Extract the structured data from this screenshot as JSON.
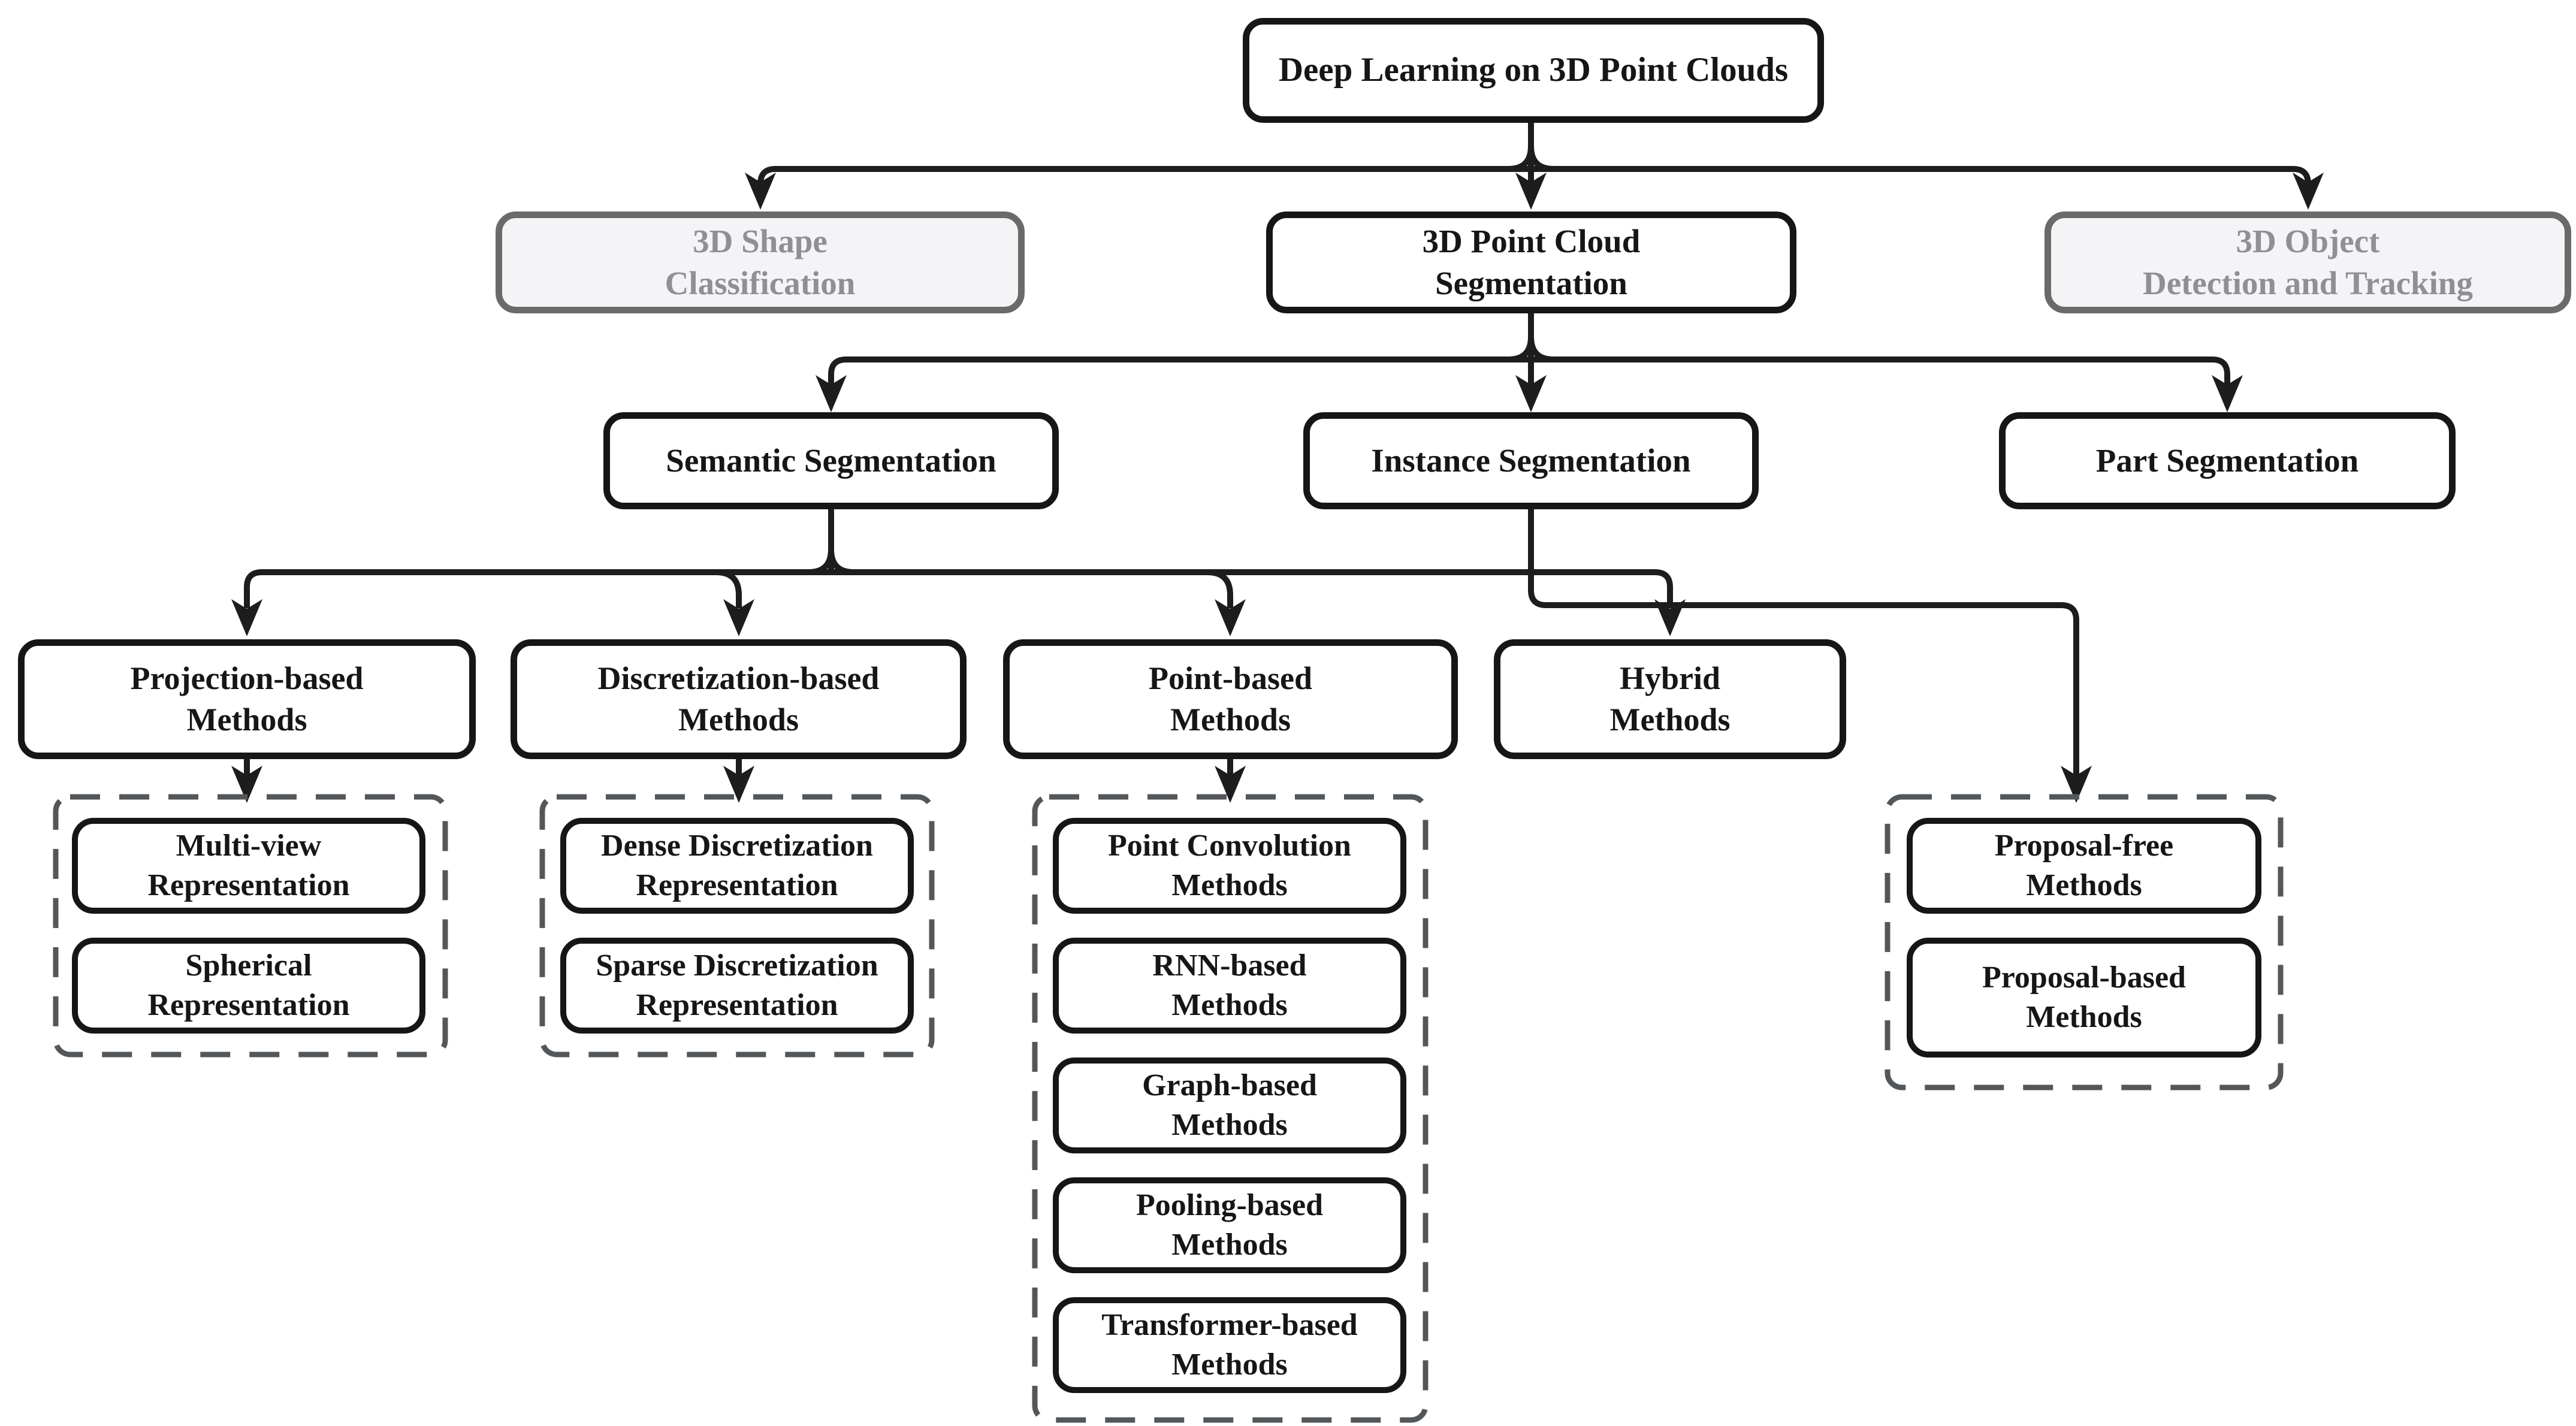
{
  "colors": {
    "ink": "#161616",
    "line": "#1d1d1d",
    "dimmed_border": "#6a6a6a",
    "dimmed_fill": "#f4f4f6",
    "dimmed_text": "#8e9093",
    "dashed_outline": "#54575a",
    "background": "#ffffff"
  },
  "figure": {
    "root": {
      "label": "Deep Learning on 3D Point Clouds"
    },
    "tasks": {
      "shape": {
        "label": "3D Shape\nClassification",
        "dimmed": true
      },
      "segmentation": {
        "label": "3D Point Cloud\nSegmentation",
        "dimmed": false
      },
      "detection": {
        "label": "3D Object\nDetection and Tracking",
        "dimmed": true
      }
    },
    "segmentation_types": {
      "semantic": {
        "label": "Semantic Segmentation"
      },
      "instance": {
        "label": "Instance Segmentation"
      },
      "part": {
        "label": "Part Segmentation"
      }
    },
    "semantic_methods": {
      "projection": {
        "label": "Projection-based\nMethods"
      },
      "discretization": {
        "label": "Discretization-based\nMethods"
      },
      "point_based": {
        "label": "Point-based\nMethods"
      },
      "hybrid": {
        "label": "Hybrid\nMethods"
      }
    },
    "projection_children": {
      "multiview": {
        "label": "Multi-view\nRepresentation"
      },
      "spherical": {
        "label": "Spherical\nRepresentation"
      }
    },
    "discretization_children": {
      "dense": {
        "label": "Dense Discretization\nRepresentation"
      },
      "sparse": {
        "label": "Sparse Discretization\nRepresentation"
      }
    },
    "point_children": {
      "convolution": {
        "label": "Point Convolution\nMethods"
      },
      "rnn": {
        "label": "RNN-based\nMethods"
      },
      "graph": {
        "label": "Graph-based\nMethods"
      },
      "pooling": {
        "label": "Pooling-based\nMethods"
      },
      "transformer": {
        "label": "Transformer-based\nMethods"
      }
    },
    "instance_children": {
      "proposal_free": {
        "label": "Proposal-free\nMethods"
      },
      "proposal_based": {
        "label": "Proposal-based\nMethods"
      }
    }
  }
}
